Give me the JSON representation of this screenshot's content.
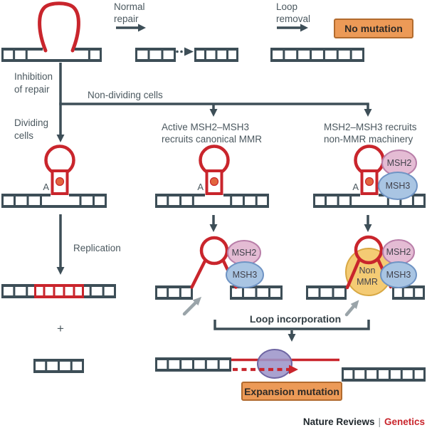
{
  "figure": {
    "top_row": {
      "normal_repair_line1": "Normal",
      "normal_repair_line2": "repair",
      "loop_removal_line1": "Loop",
      "loop_removal_line2": "removal",
      "no_mutation_badge": "No mutation"
    },
    "branches": {
      "inhibition_line1": "Inhibition",
      "inhibition_line2": "of repair",
      "non_dividing_cells": "Non-dividing cells",
      "dividing_line1": "Dividing",
      "dividing_line2": "cells",
      "col2_header_line1": "Active MSH2–MSH3",
      "col2_header_line2": "recruits canonical MMR",
      "col3_header_line1": "MSH2–MSH3 recruits",
      "col3_header_line2": "non-MMR machinery"
    },
    "loop_unit": {
      "adenine_label": "A"
    },
    "proteins": {
      "msh2": "MSH2",
      "msh3": "MSH3",
      "non_mmr_line1": "Non",
      "non_mmr_line2": "MMR"
    },
    "middle": {
      "replication": "Replication",
      "plus": "+"
    },
    "bottom": {
      "loop_incorporation": "Loop incorporation",
      "expansion_badge": "Expansion mutation"
    },
    "footer": {
      "brand": "Nature Reviews",
      "divider": "|",
      "journal": "Genetics"
    }
  },
  "colors": {
    "slate": "#3D4E57",
    "label": "#4B585F",
    "heading": "#333F45",
    "red": "#C9252C",
    "orange_fill": "#EC9A57",
    "orange_border": "#B26B2E",
    "badge_text": "#2E2A26",
    "pink_fill": "#E4BCD4",
    "pink_border": "#B97FA9",
    "blue_fill": "#A9C5E3",
    "blue_border": "#6F94C4",
    "yellow_fill": "#F4CB74",
    "yellow_border": "#D8A843",
    "purple_fill": "#9D95C9",
    "purple_border": "#6F66A3",
    "gray": "#9AA4A9",
    "dot": "#E2653E",
    "protein_text": "#42424C",
    "footer_dark": "#1E262B",
    "footer_gray": "#8C9296"
  }
}
